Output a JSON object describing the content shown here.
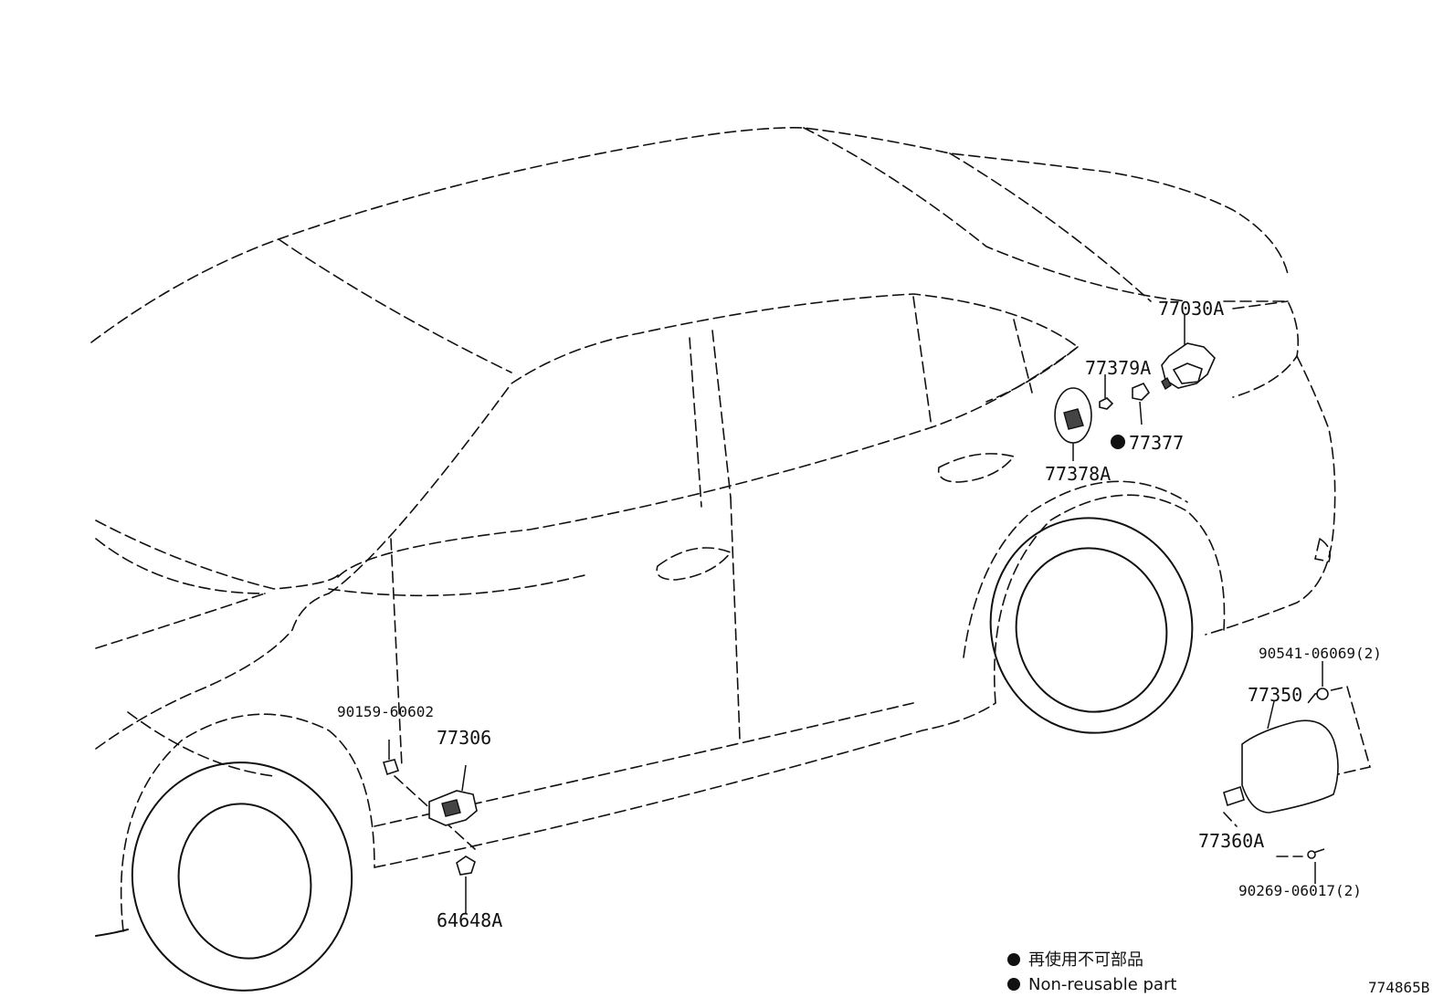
{
  "parts": [
    {
      "key": "p77030A",
      "label": "77030A"
    },
    {
      "key": "p77379A",
      "label": "77379A"
    },
    {
      "key": "p77377",
      "label": "77377"
    },
    {
      "key": "p77378A",
      "label": "77378A"
    },
    {
      "key": "p90541",
      "label": "90541-06069(2)"
    },
    {
      "key": "p77350",
      "label": "77350"
    },
    {
      "key": "p77360A",
      "label": "77360A"
    },
    {
      "key": "p90269",
      "label": "90269-06017(2)"
    },
    {
      "key": "p90159",
      "label": "90159-60602"
    },
    {
      "key": "p77306",
      "label": "77306"
    },
    {
      "key": "p64648A",
      "label": "64648A"
    }
  ],
  "legend": {
    "line_jp": "再使用不可部品",
    "line_en": "Non-reusable part"
  },
  "figure_id": "774865B",
  "colors": {
    "line": "#111111",
    "background": "#ffffff"
  }
}
